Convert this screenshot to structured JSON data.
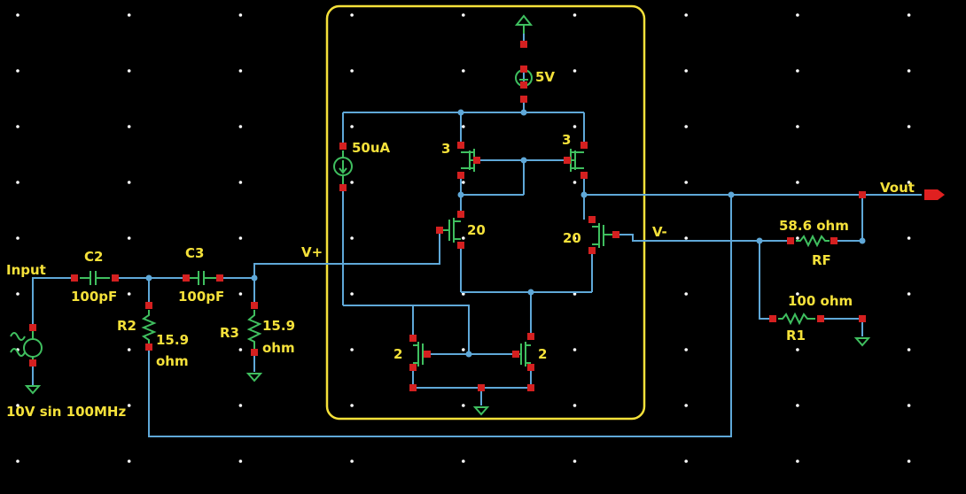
{
  "colors": {
    "background": "#000000",
    "wire": "#5fa8d8",
    "component": "#3fbf5f",
    "pin": "#d42020",
    "label": "#f5e13a",
    "highlight_box": "#f5e13a",
    "grid_dot": "#ffffff"
  },
  "labels": {
    "input": "Input",
    "source": "10V sin 100MHz",
    "c2": "C2",
    "c2_value": "100pF",
    "c3": "C3",
    "c3_value": "100pF",
    "r2": "R2",
    "r2_value_1": "15.9",
    "r2_value_2": "ohm",
    "r3": "R3",
    "r3_value_1": "15.9",
    "r3_value_2": "ohm",
    "vplus": "V+",
    "vminus": "V-",
    "vdd": "5V",
    "ibias": "50uA",
    "m_top_left": "3",
    "m_top_right": "3",
    "m_diff_left": "20",
    "m_diff_right": "20",
    "m_bot_left": "2",
    "m_bot_right": "2",
    "vout": "Vout",
    "rf_value": "58.6 ohm",
    "rf": "RF",
    "r1_value": "100 ohm",
    "r1": "R1"
  },
  "icons": [
    "sine-source-icon",
    "capacitor-icon",
    "resistor-icon",
    "current-source-icon",
    "voltage-source-icon",
    "nmos-icon",
    "pmos-icon",
    "ground-icon",
    "output-pin-icon"
  ]
}
